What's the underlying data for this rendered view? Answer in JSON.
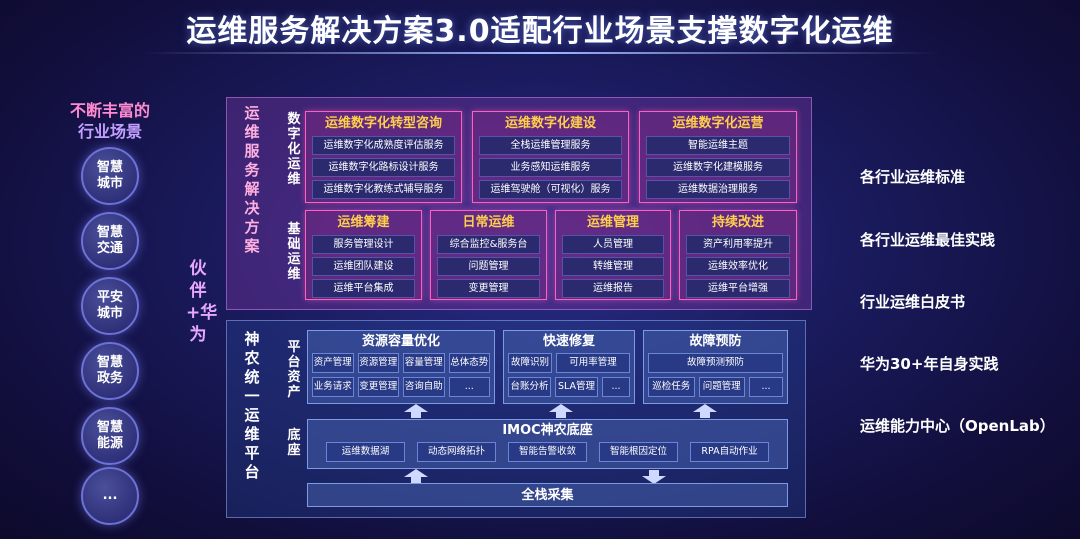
{
  "title": "运维服务解决方案3.0适配行业场景支撑数字化运维",
  "left": {
    "heading_line1": "不断丰富的",
    "heading_line2": "行业场景",
    "items": [
      "智慧城市",
      "智慧交通",
      "平安城市",
      "智慧政务",
      "智慧能源",
      "..."
    ]
  },
  "partner_label": "伙伴+华为",
  "top_panel": {
    "side_label": "运维服务解决方案",
    "row1_label": "数字化运维",
    "row2_label": "基础运维",
    "row1_boxes": [
      {
        "title": "运维数字化转型咨询",
        "items": [
          "运维数字化成熟度评估服务",
          "运维数字化路标设计服务",
          "运维数字化教练式辅导服务"
        ]
      },
      {
        "title": "运维数字化建设",
        "items": [
          "全栈运维管理服务",
          "业务感知运维服务",
          "运维驾驶舱（可视化）服务"
        ]
      },
      {
        "title": "运维数字化运营",
        "items": [
          "智能运维主题",
          "运维数字化建模服务",
          "运维数据治理服务"
        ]
      }
    ],
    "row2_boxes": [
      {
        "title": "运维筹建",
        "items": [
          "服务管理设计",
          "运维团队建设",
          "运维平台集成"
        ]
      },
      {
        "title": "日常运维",
        "items": [
          "综合监控&服务台",
          "问题管理",
          "变更管理"
        ]
      },
      {
        "title": "运维管理",
        "items": [
          "人员管理",
          "转维管理",
          "运维报告"
        ]
      },
      {
        "title": "持续改进",
        "items": [
          "资产利用率提升",
          "运维效率优化",
          "运维平台增强"
        ]
      }
    ]
  },
  "bottom_panel": {
    "side_label": "神农统一运维平台",
    "row1_label": "平台资产",
    "row2_label": "底座",
    "capacity": {
      "title": "资源容量优化",
      "items": [
        "资产管理",
        "资源管理",
        "容量管理",
        "总体态势",
        "业务请求",
        "变更管理",
        "咨询自助",
        "..."
      ]
    },
    "repair": {
      "title": "快速修复",
      "items": [
        "故障识别",
        "可用率管理",
        "台账分析",
        "SLA管理",
        "..."
      ]
    },
    "prevent": {
      "title": "故障预防",
      "items": [
        "故障预测预防",
        "巡检任务",
        "问题管理",
        "..."
      ]
    },
    "imoc": {
      "title": "IMOC神农底座",
      "items": [
        "运维数据湖",
        "动态网络拓扑",
        "智能告警收敛",
        "智能根因定位",
        "RPA自动作业"
      ]
    },
    "collect": "全栈采集"
  },
  "right": {
    "items": [
      "各行业运维标准",
      "各行业运维最佳实践",
      "行业运维白皮书",
      "华为30+年自身实践",
      "运维能力中心（OpenLab）"
    ]
  },
  "colors": {
    "accent_pink": "#ff5fc0",
    "accent_gold": "#ffce4d",
    "accent_blue": "#7c9be6"
  }
}
